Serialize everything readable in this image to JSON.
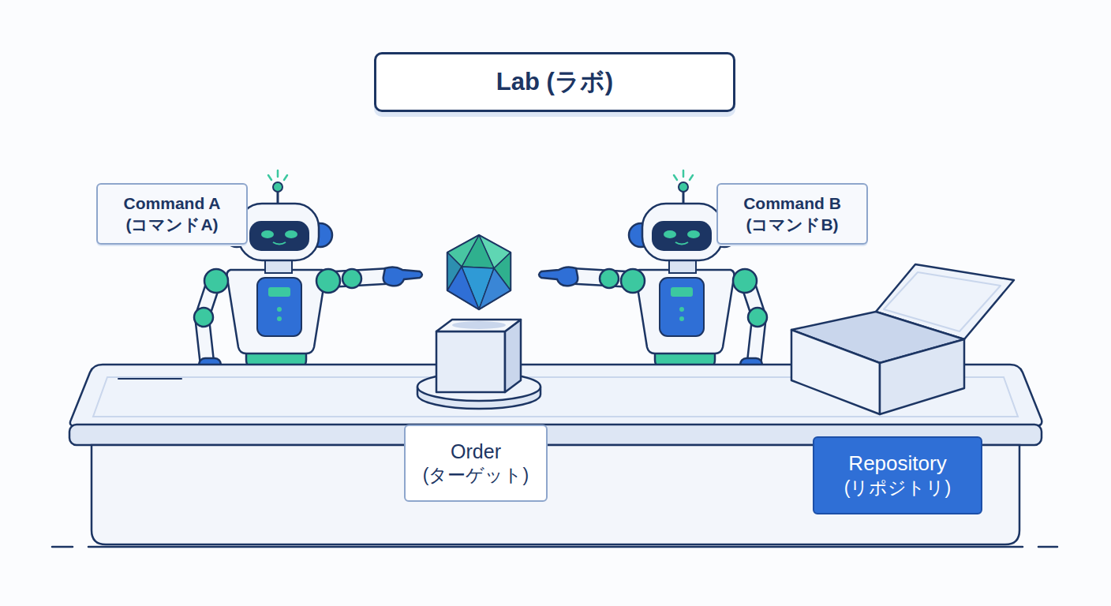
{
  "diagram": {
    "title": "Lab (ラボ)",
    "nodes": [
      {
        "text": [
          "Command A",
          "(コマンドA)"
        ]
      },
      {
        "text": [
          "Command B",
          "(コマンドB)"
        ]
      },
      {
        "text": [
          "Order",
          "(ターゲット)"
        ]
      },
      {
        "text": [
          "Repository",
          "(リポジトリ)"
        ]
      }
    ]
  }
}
